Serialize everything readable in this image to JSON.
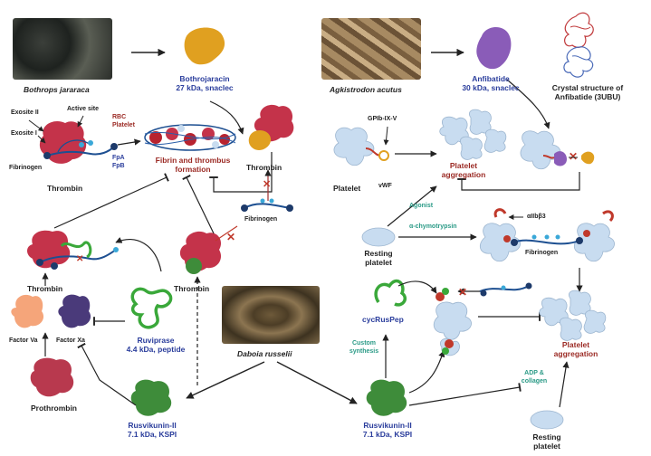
{
  "species": {
    "bothrops": "Bothrops jararaca",
    "agkistrodon": "Agkistrodon acutus",
    "daboia": "Daboia russelii"
  },
  "toxins": {
    "bothrojaracin_name": "Bothrojaracin",
    "bothrojaracin_info": "27 kDa, snaclec",
    "anfibatide_name": "Anfibatide",
    "anfibatide_info": "30 kDa, snaclec",
    "crystal_line1": "Crystal structure of",
    "crystal_line2": "Anfibatide (3UBU)",
    "ruviprase_name": "Ruviprase",
    "ruviprase_info": "4.4 kDa, peptide",
    "rusvikunin_left_name": "Rusvikunin-II",
    "rusvikunin_left_info": "7.1 kDa, KSPI",
    "rusvikunin_right_name": "Rusvikunin-II",
    "rusvikunin_right_info": "7.1 kDa, KSPI",
    "cycruspep": "cycRusPep"
  },
  "labels": {
    "exosite2": "Exosite II",
    "active_site": "Active site",
    "exosite1": "Exosite I",
    "fibrinogen_left": "Fibrinogen",
    "thrombin_left": "Thrombin",
    "rbc": "RBC",
    "platelet_small": "Platelet",
    "fpa": "FpA",
    "fpb": "FpB",
    "fibrin_line1": "Fibrin and thrombus",
    "fibrin_line2": "formation",
    "thrombin_center": "Thrombin",
    "fibrinogen_center": "Fibrinogen",
    "thrombin_mid": "Thrombin",
    "thrombin_lowleft": "Thrombin",
    "factor_va": "Factor Va",
    "factor_xa": "Factor Xa",
    "prothrombin": "Prothrombin",
    "gpib": "GPIb-IX-V",
    "platelet_right": "Platelet",
    "vwf": "vWF",
    "agg1_line1": "Platelet",
    "agg1_line2": "aggregation",
    "agonist": "Agonist",
    "resting1_line1": "Resting",
    "resting1_line2": "platelet",
    "chymo": "α-chymotrypsin",
    "aiib": "αIIbβ3",
    "fibrinogen_right": "Fibrinogen",
    "custom_line1": "Custom",
    "custom_line2": "synthesis",
    "agg2_line1": "Platelet",
    "agg2_line2": "aggregation",
    "adp_line1": "ADP &",
    "adp_line2": "collagen",
    "resting2_line1": "Resting",
    "resting2_line2": "platelet"
  },
  "colors": {
    "thrombin": "#c4334a",
    "bothrojaracin": "#e0a020",
    "anfibatide": "#8a5cb8",
    "ruviprase": "#3aa83a",
    "rusvikunin": "#3e8c3a",
    "platelet": "#c8dcf0",
    "fibrinogen": "#1d4f91",
    "prothrombin": "#b8394e",
    "factor_va": "#f5a57a",
    "factor_xa": "#4a3a7a",
    "text_blue": "#2a3d9c",
    "text_red": "#9b2a24",
    "text_teal": "#2a9a86",
    "inhibit_x": "#c0392b"
  }
}
